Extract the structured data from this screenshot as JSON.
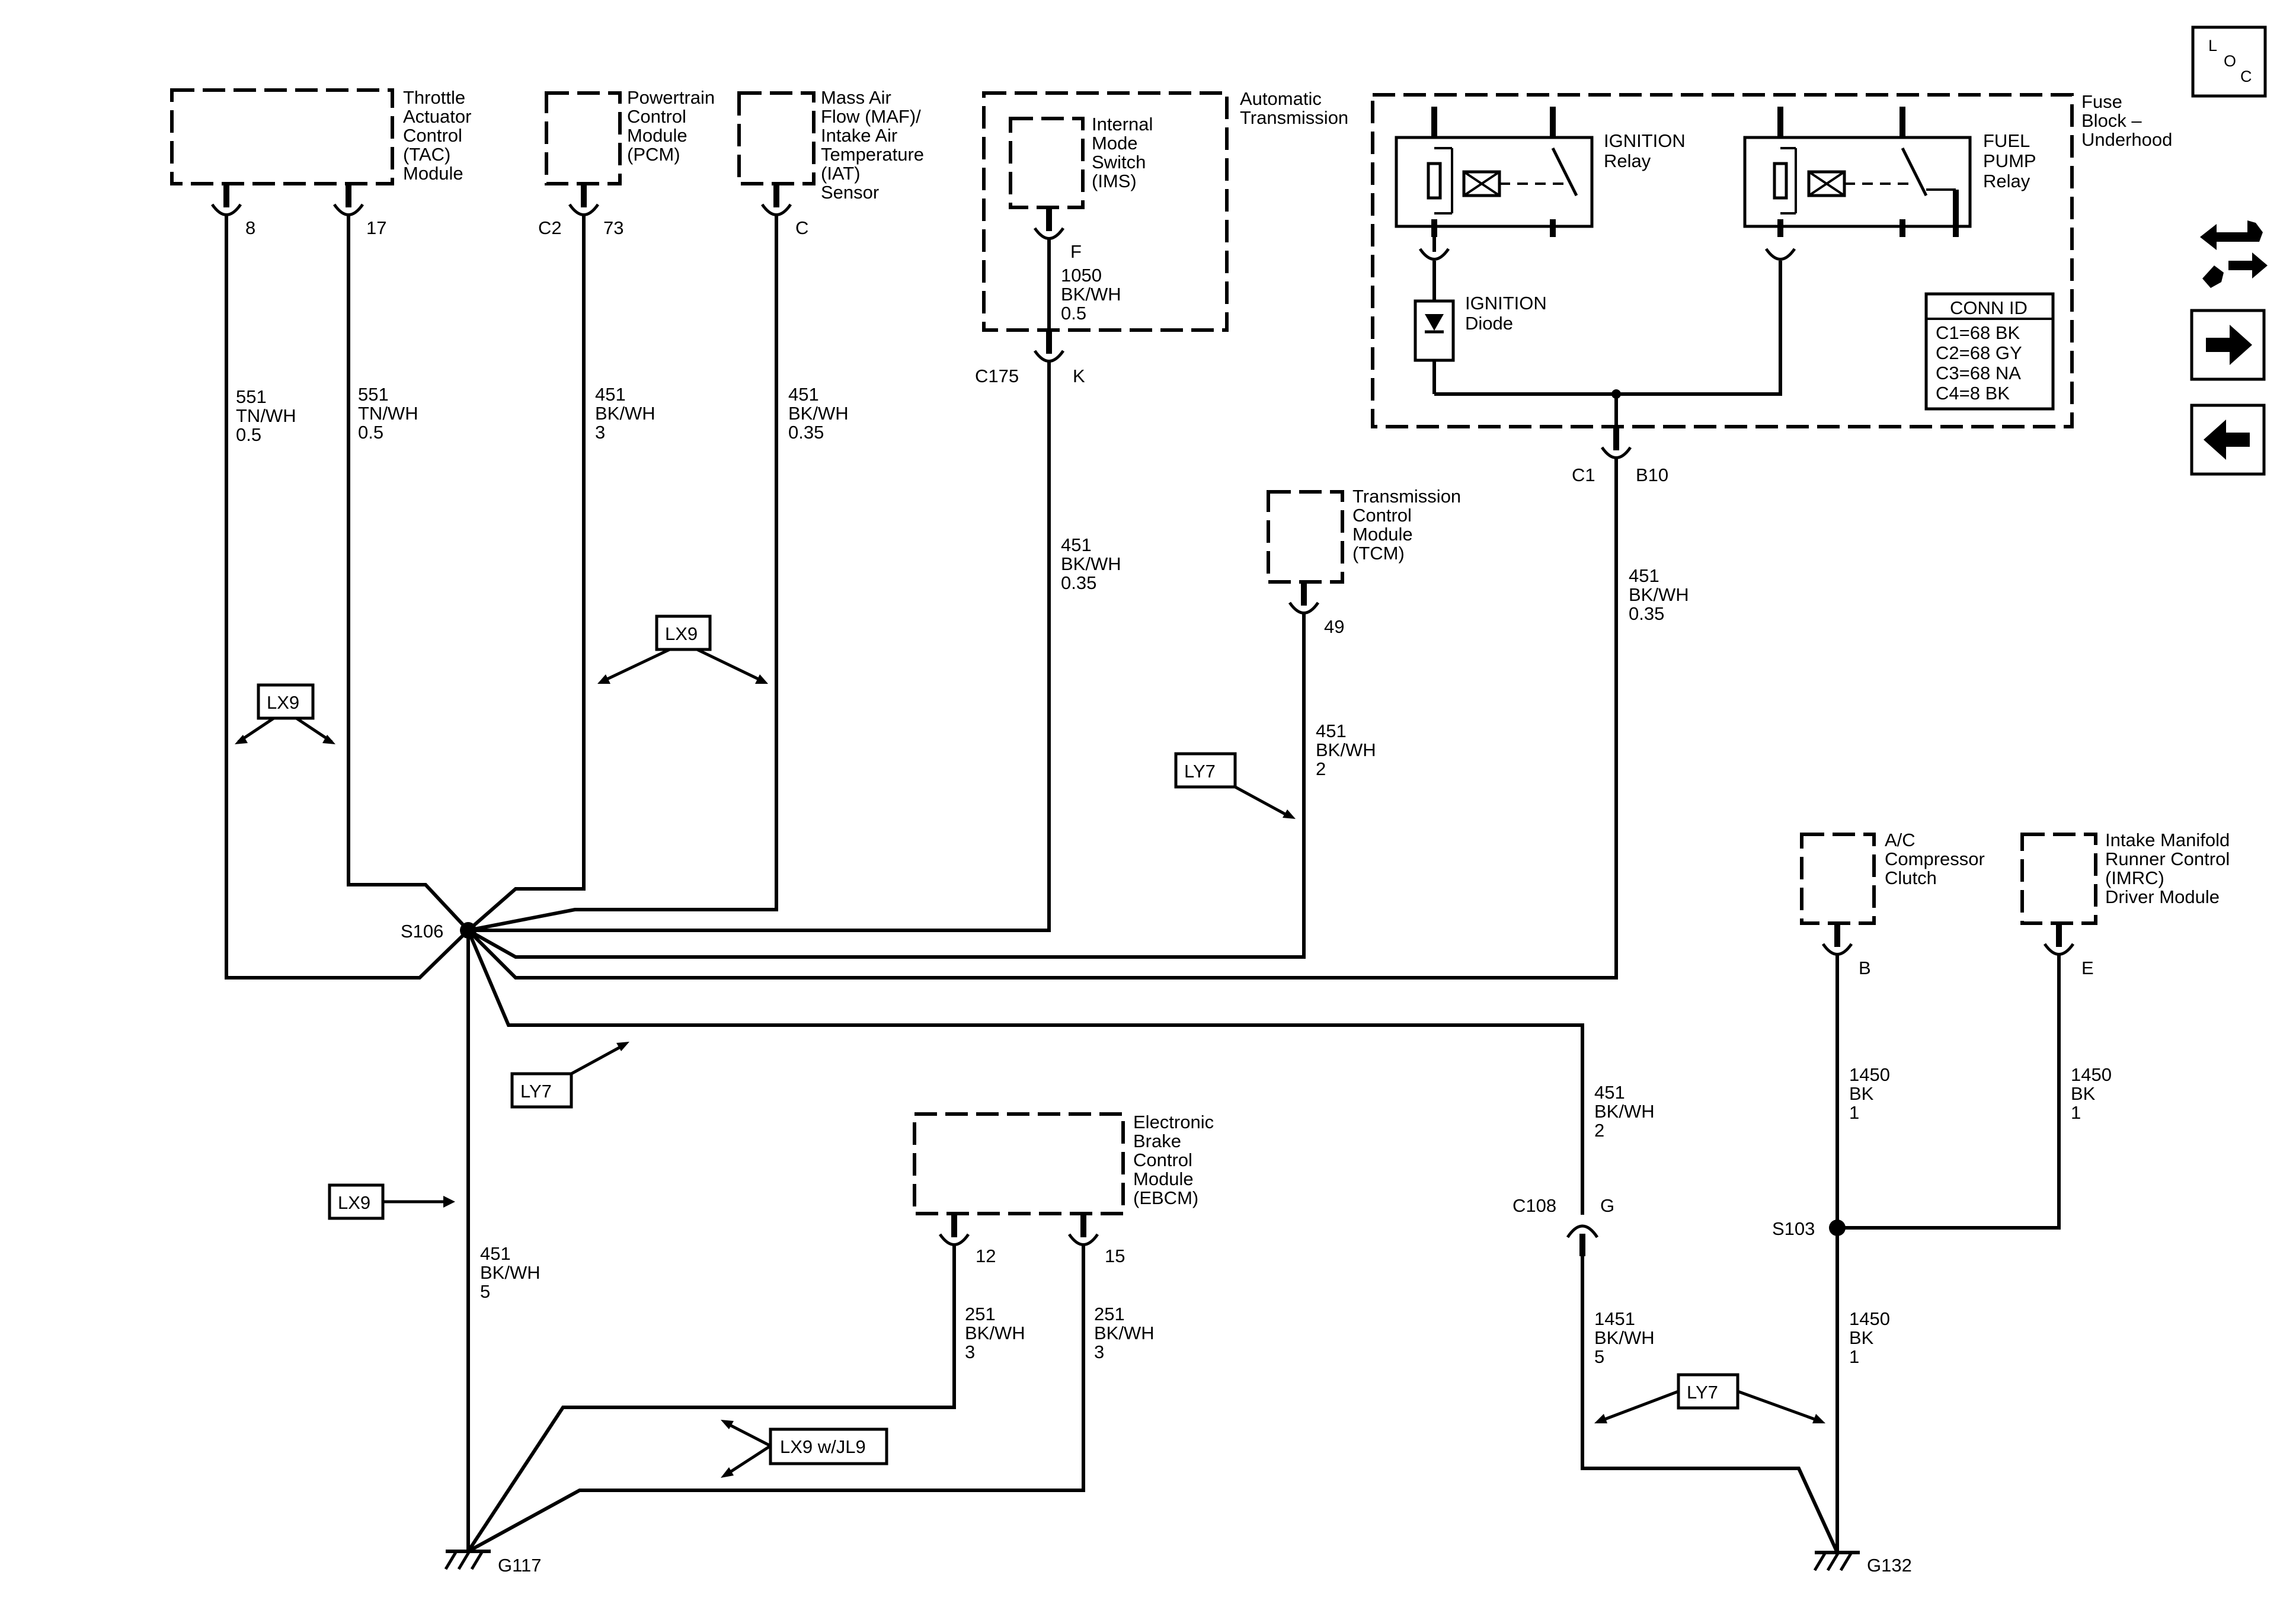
{
  "components": {
    "tac": [
      "Throttle",
      "Actuator",
      "Control",
      "(TAC)",
      "Module"
    ],
    "pcm": [
      "Powertrain",
      "Control",
      "Module",
      "(PCM)"
    ],
    "maf": [
      "Mass Air",
      "Flow (MAF)/",
      "Intake Air",
      "Temperature",
      "(IAT)",
      "Sensor"
    ],
    "auto_trans": [
      "Automatic",
      "Transmission"
    ],
    "ims": [
      "Internal",
      "Mode",
      "Switch",
      "(IMS)"
    ],
    "fuse_block": [
      "Fuse",
      "Block –",
      "Underhood"
    ],
    "ign_relay": [
      "IGNITION",
      "Relay"
    ],
    "fuel_relay": [
      "FUEL",
      "PUMP",
      "Relay"
    ],
    "ign_diode": [
      "IGNITION",
      "Diode"
    ],
    "tcm": [
      "Transmission",
      "Control",
      "Module",
      "(TCM)"
    ],
    "ac": [
      "A/C",
      "Compressor",
      "Clutch"
    ],
    "imrc": [
      "Intake Manifold",
      "Runner Control",
      "(IMRC)",
      "Driver Module"
    ],
    "ebcm": [
      "Electronic",
      "Brake",
      "Control",
      "Module",
      "(EBCM)"
    ]
  },
  "conn_id": {
    "title": "CONN ID",
    "rows": [
      "C1=68 BK",
      "C2=68 GY",
      "C3=68 NA",
      "C4=8 BK"
    ]
  },
  "pins": {
    "tac1": "8",
    "tac2": "17",
    "pcm_conn": "C2",
    "pcm_pin": "73",
    "maf": "C",
    "ims": "F",
    "c175": "C175",
    "c175_pin": "K",
    "c1": "C1",
    "b10": "B10",
    "tcm": "49",
    "ac": "B",
    "imrc": "E",
    "ebcm1": "12",
    "ebcm2": "15",
    "c108": "C108",
    "c108_pin": "G"
  },
  "wires": {
    "w_tac1": [
      "551",
      "TN/WH",
      "0.5"
    ],
    "w_tac2": [
      "551",
      "TN/WH",
      "0.5"
    ],
    "w_pcm": [
      "451",
      "BK/WH",
      "3"
    ],
    "w_maf": [
      "451",
      "BK/WH",
      "0.35"
    ],
    "w_ims": [
      "1050",
      "BK/WH",
      "0.5"
    ],
    "w_c175": [
      "451",
      "BK/WH",
      "0.35"
    ],
    "w_fuse": [
      "451",
      "BK/WH",
      "0.35"
    ],
    "w_tcm": [
      "451",
      "BK/WH",
      "2"
    ],
    "w_s106": [
      "451",
      "BK/WH",
      "5"
    ],
    "w_c108a": [
      "451",
      "BK/WH",
      "2"
    ],
    "w_c108b": [
      "1451",
      "BK/WH",
      "5"
    ],
    "w_ebcm1": [
      "251",
      "BK/WH",
      "3"
    ],
    "w_ebcm2": [
      "251",
      "BK/WH",
      "3"
    ],
    "w_ac": [
      "1450",
      "BK",
      "1"
    ],
    "w_imrc": [
      "1450",
      "BK",
      "1"
    ],
    "w_g132": [
      "1450",
      "BK",
      "1"
    ]
  },
  "splices": {
    "s106": "S106",
    "s103": "S103"
  },
  "grounds": {
    "g117": "G117",
    "g132": "G132"
  },
  "options": {
    "lx9_a": "LX9",
    "lx9_b": "LX9",
    "lx9_c": "LX9",
    "ly7_a": "LY7",
    "ly7_b": "LY7",
    "ly7_c": "LY7",
    "lx9_jl9": "LX9 w/JL9"
  },
  "nav": {
    "loc_icon": "loc-icon",
    "tools_icon": "wrench-arrows-icon",
    "next_icon": "arrow-right-icon",
    "prev_icon": "arrow-left-icon"
  }
}
